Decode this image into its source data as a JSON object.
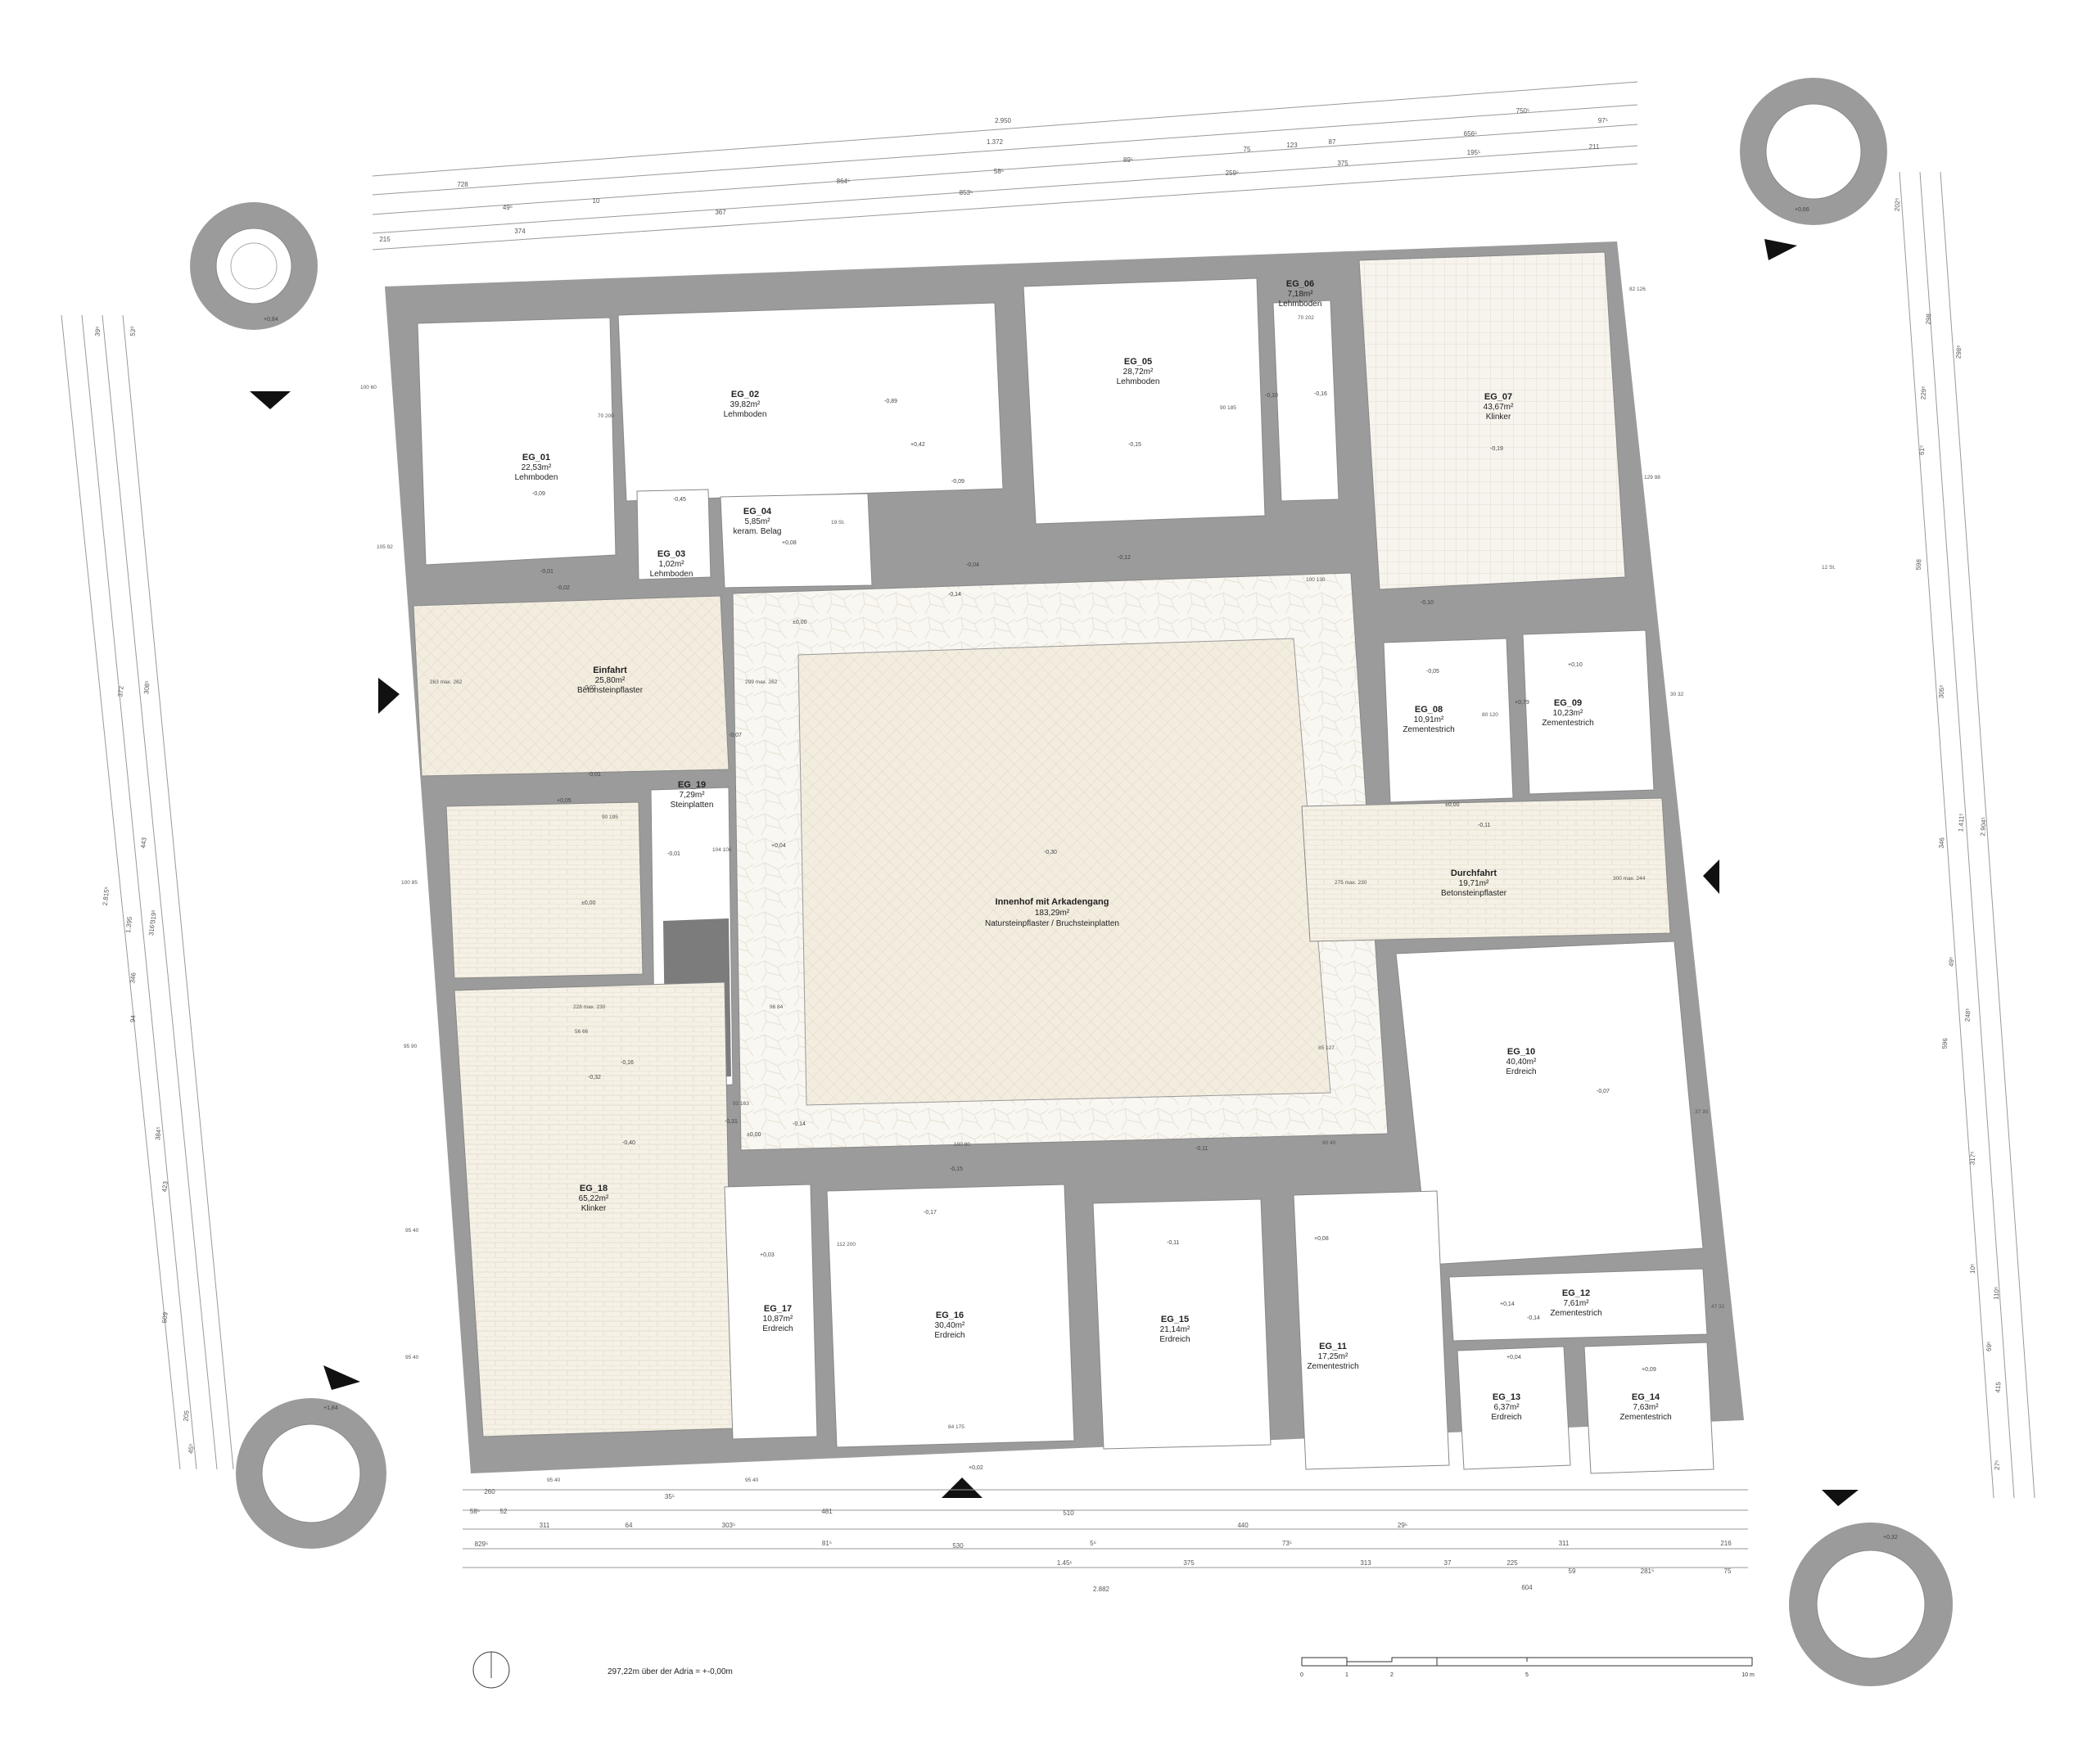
{
  "rooms": [
    {
      "id": "EG_01",
      "area": "22,53m²",
      "floor": "Lehmboden"
    },
    {
      "id": "EG_02",
      "area": "39,82m²",
      "floor": "Lehmboden"
    },
    {
      "id": "EG_03",
      "area": "1,02m²",
      "floor": "Lehmboden"
    },
    {
      "id": "EG_04",
      "area": "5,85m²",
      "floor": "keram. Belag"
    },
    {
      "id": "EG_05",
      "area": "28,72m²",
      "floor": "Lehmboden"
    },
    {
      "id": "EG_06",
      "area": "7,18m²",
      "floor": "Lehmboden"
    },
    {
      "id": "EG_07",
      "area": "43,67m²",
      "floor": "Klinker"
    },
    {
      "id": "Einfahrt",
      "area": "25,80m²",
      "floor": "Betonsteinpflaster"
    },
    {
      "id": "EG_19",
      "area": "7,29m²",
      "floor": "Steinplatten"
    },
    {
      "id": "Innenhof mit Arkadengang",
      "area": "183,29m²",
      "floor": "Natursteinpflaster / Bruchsteinplatten"
    },
    {
      "id": "EG_08",
      "area": "10,91m²",
      "floor": "Zementestrich"
    },
    {
      "id": "EG_09",
      "area": "10,23m²",
      "floor": "Zementestrich"
    },
    {
      "id": "Durchfahrt",
      "area": "19,71m²",
      "floor": "Betonsteinpflaster"
    },
    {
      "id": "EG_10",
      "area": "40,40m²",
      "floor": "Erdreich"
    },
    {
      "id": "EG_18",
      "area": "65,22m²",
      "floor": "Klinker"
    },
    {
      "id": "EG_17",
      "area": "10,87m²",
      "floor": "Erdreich"
    },
    {
      "id": "EG_16",
      "area": "30,40m²",
      "floor": "Erdreich"
    },
    {
      "id": "EG_15",
      "area": "21,14m²",
      "floor": "Erdreich"
    },
    {
      "id": "EG_11",
      "area": "17,25m²",
      "floor": "Zementestrich"
    },
    {
      "id": "EG_12",
      "area": "7,61m²",
      "floor": "Zementestrich"
    },
    {
      "id": "EG_13",
      "area": "6,37m²",
      "floor": "Erdreich"
    },
    {
      "id": "EG_14",
      "area": "7,63m²",
      "floor": "Zementestrich"
    }
  ],
  "elevations": [
    "+0,84",
    "-0,09",
    "-0,01",
    "-0,02",
    "-0,45",
    "+0,08",
    "-0,89",
    "+0,42",
    "-0,09",
    "-0,04",
    "-0,14",
    "-0,10",
    "-0,12",
    "-0,15",
    "-0,16",
    "-0,19",
    "-0,10",
    "±0,00",
    "-0,02",
    "-0,07",
    "-0,01",
    "+0,05",
    "+0,04",
    "-0,01",
    "±0,00",
    "-0,30",
    "-0,05",
    "+0,10",
    "+0,79",
    "±0,00",
    "-0,11",
    "-0,32",
    "-0,16",
    "-0,40",
    "-0,31",
    "±0,00",
    "-0,14",
    "-0,15",
    "-0,17",
    "-0,11",
    "-0,07",
    "+0,03",
    "-0,11",
    "+0,08",
    "+0,14",
    "-0,14",
    "+0,04",
    "+0,09",
    "+1,84",
    "+0,32",
    "+0,02",
    "+0,66"
  ],
  "dimensions": {
    "top": [
      "2.950",
      "1.372",
      "728",
      "10",
      "367",
      "215",
      "374",
      "49⁵",
      "864⁵",
      "58⁵",
      "853⁵",
      "75",
      "123",
      "87",
      "89⁵",
      "375",
      "211",
      "750⁵",
      "656⁵",
      "195⁵",
      "259⁵",
      "97⁵"
    ],
    "bottom": [
      "260",
      "481",
      "510",
      "440",
      "311",
      "35⁵",
      "58⁵",
      "52",
      "311",
      "64",
      "303⁵",
      "81⁵",
      "530",
      "5⁶",
      "375",
      "73⁵",
      "313",
      "37",
      "225",
      "59",
      "281⁵",
      "75",
      "829⁵",
      "1.45¹",
      "604",
      "2.882",
      "216",
      "29⁵"
    ],
    "left": [
      "2.815⁵",
      "1.395",
      "372",
      "443",
      "423",
      "509",
      "308⁵",
      "316⁵",
      "384⁵",
      "94",
      "346",
      "319⁵",
      "205",
      "45⁵",
      "39⁵",
      "53⁰"
    ],
    "right": [
      "2.904⁵",
      "1.411⁵",
      "346",
      "598",
      "305⁵",
      "596",
      "317⁵",
      "202⁵",
      "298⁵",
      "229⁵",
      "61⁵",
      "248⁵",
      "49⁵",
      "298",
      "415",
      "10⁵",
      "27⁵",
      "69⁵",
      "110⁵"
    ]
  },
  "openings": [
    "100 60",
    "70 200",
    "105 92",
    "263 max. 262",
    "299 max. 262",
    "90 195",
    "104 106",
    "100 85",
    "228 max. 230",
    "56 66",
    "95 90",
    "93 163",
    "100 80",
    "96 84",
    "95 40",
    "95 40",
    "112 200",
    "84 175",
    "30 32",
    "275 max. 230",
    "300 max. 244",
    "80 120",
    "129 98",
    "82 126",
    "70 202",
    "90 185",
    "100 130",
    "85 127",
    "80 40",
    "37 30",
    "47 32",
    "95 40",
    "95 40",
    "19 St.",
    "12 St."
  ],
  "note": "297,22m über der Adria = +-0,00m",
  "scale": [
    "0",
    "1",
    "2",
    "5",
    "10 m"
  ],
  "colors": {
    "wall": "#9b9b9b",
    "courtyard": "#f4efe4",
    "tiles": "#ece6d6",
    "grid": "#e2ddd2",
    "line": "#777777"
  }
}
